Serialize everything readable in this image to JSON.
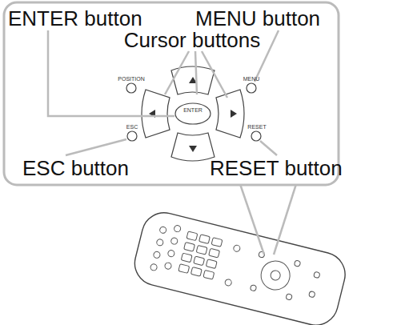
{
  "diagram": {
    "labels": [
      "ENTER button",
      "MENU button",
      "Cursor buttons",
      "ESC button",
      "RESET button",
      "POSITION",
      "MENU",
      "ENTER",
      "ESC",
      "RESET"
    ]
  }
}
